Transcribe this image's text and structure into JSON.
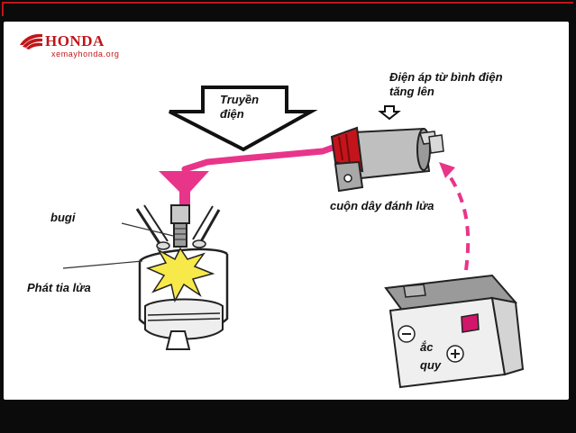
{
  "brand": {
    "name": "HONDA",
    "website": "xemayhonda.org"
  },
  "labels": {
    "transmit": "Truyền điện",
    "voltage": "Điện áp từ bình điện tăng lên",
    "coil": "cuộn dây đánh lửa",
    "spark_plug": "bugi",
    "spark": "Phát tia lửa",
    "battery": "ắc quy"
  },
  "colors": {
    "brand_red": "#c0151a",
    "wire_pink": "#e8358a",
    "spark_yellow": "#f7e94a"
  }
}
